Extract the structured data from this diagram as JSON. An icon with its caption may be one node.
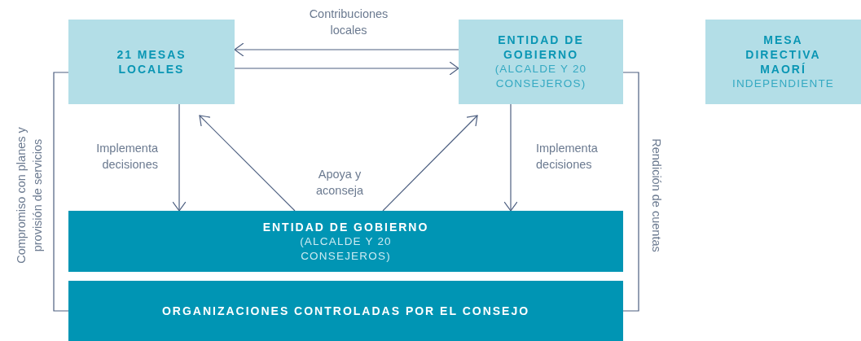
{
  "diagram": {
    "nodes": [
      {
        "text": [
          "21 MESAS LOCALES"
        ]
      },
      {
        "text": [
          "ENTIDAD DE GOBIERNO",
          "(ALCALDE Y 20 CONSEJEROS)"
        ]
      },
      {
        "text": [
          "MESA DIRECTIVA MAORÍ",
          "INDEPENDIENTE"
        ]
      },
      {
        "text": [
          "ENTIDAD DE GOBIERNO",
          "(ALCALDE Y 20 CONSEJEROS)"
        ]
      },
      {
        "text": [
          "ORGANIZACIONES CONTROLADAS POR EL CONSEJO"
        ]
      }
    ],
    "edges": [
      {
        "from": 1,
        "to": 0,
        "arrow": "to",
        "label": "Contribuciones locales"
      },
      {
        "from": 0,
        "to": 1,
        "arrow": "to"
      },
      {
        "from": 0,
        "to": 3,
        "arrow": "to",
        "label": "Implementa decisiones"
      },
      {
        "from": 3,
        "to": 0,
        "arrow": "to",
        "label": "Apoya y aconseja"
      },
      {
        "from": 3,
        "to": 1,
        "arrow": "to"
      },
      {
        "from": 1,
        "to": 3,
        "arrow": "to",
        "label": "Implementa decisiones"
      },
      {
        "from": 0,
        "to": 4,
        "arrow": "none",
        "label": "Compromiso con planes y provisión de servicios"
      },
      {
        "from": 1,
        "to": 4,
        "arrow": "none",
        "label": "Rendición de cuentas"
      }
    ]
  }
}
